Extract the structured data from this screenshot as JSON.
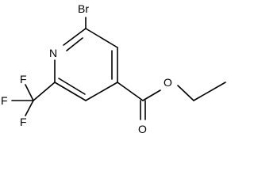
{
  "atoms": {
    "br": "Br",
    "n": "N",
    "o_ester": "O",
    "o_carbonyl": "O",
    "f_top": "F",
    "f_left": "F",
    "f_bottom": "F"
  }
}
